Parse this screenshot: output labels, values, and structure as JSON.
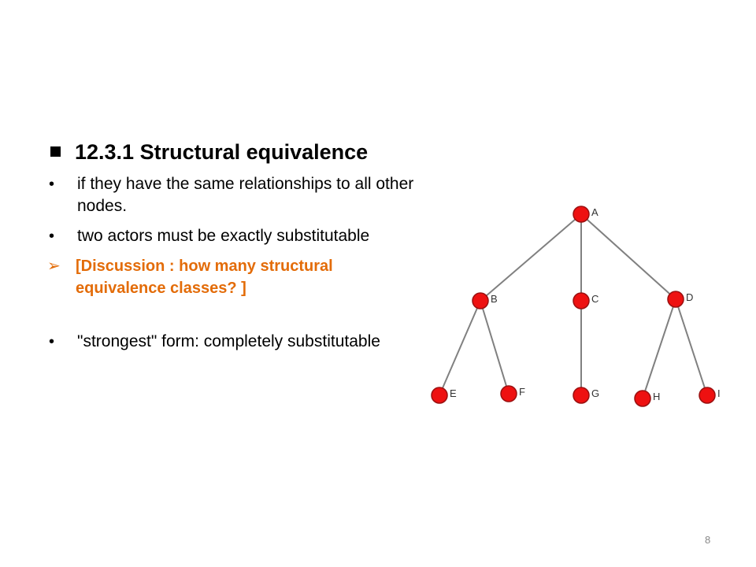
{
  "heading": "12.3.1  Structural equivalence",
  "bullets": [
    "if they have the same relationships to all other nodes.",
    "two actors must be exactly substitutable"
  ],
  "discussion": "[Discussion : how many structural equivalence classes? ]",
  "bullet_last": "\"strongest\" form: completely substitutable",
  "page_number": "8",
  "colors": {
    "accent": "#e36c09",
    "node_fill": "#ee1111",
    "edge": "#808080"
  },
  "graph": {
    "nodes": [
      "A",
      "B",
      "C",
      "D",
      "E",
      "F",
      "G",
      "H",
      "I"
    ],
    "edges": [
      [
        "A",
        "B"
      ],
      [
        "A",
        "C"
      ],
      [
        "A",
        "D"
      ],
      [
        "B",
        "E"
      ],
      [
        "B",
        "F"
      ],
      [
        "C",
        "G"
      ],
      [
        "D",
        "H"
      ],
      [
        "D",
        "I"
      ]
    ]
  }
}
